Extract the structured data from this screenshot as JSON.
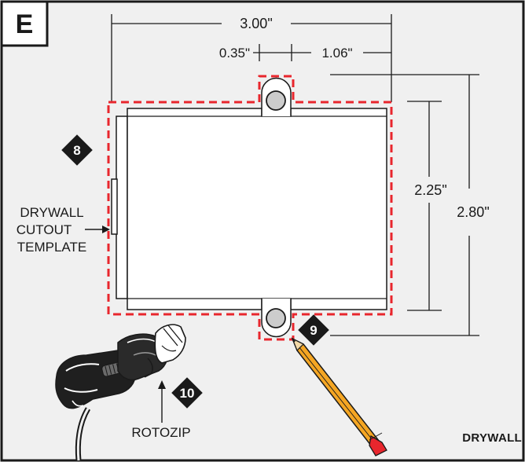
{
  "panel": {
    "letter": "E"
  },
  "dimensions": {
    "width_total": "3.00\"",
    "offset_left": "0.35\"",
    "offset_right": "1.06\"",
    "inner_height": "2.25\"",
    "outer_height": "2.80\""
  },
  "labels": {
    "template_line1": "DRYWALL",
    "template_line2": "CUTOUT",
    "template_line3": "TEMPLATE",
    "rotozip": "ROTOZIP",
    "drywall": "DRYWALL"
  },
  "steps": [
    {
      "number": "8"
    },
    {
      "number": "9"
    },
    {
      "number": "10"
    }
  ],
  "colors": {
    "cut_line": "#e8262d",
    "background": "#f0f0f0",
    "ink": "#1a1a1a",
    "pencil_body": "#f5a623",
    "pencil_eraser": "#e8262d"
  }
}
